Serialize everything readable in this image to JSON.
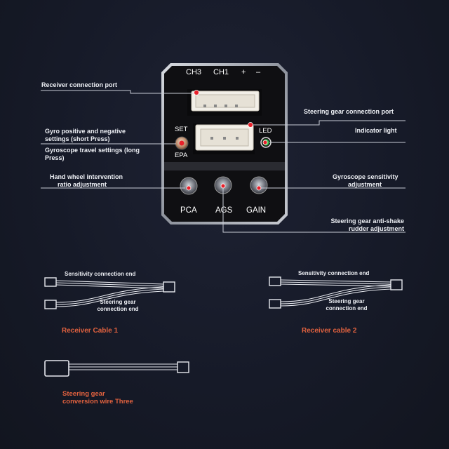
{
  "module": {
    "top_labels": [
      "CH3",
      "CH1",
      "+",
      "–"
    ],
    "set_label": "SET",
    "epa_label": "EPA",
    "led_label": "LED",
    "pot_labels": [
      "PCA",
      "AGS",
      "GAIN"
    ]
  },
  "callouts": {
    "receiver_port": "Receiver connection port",
    "gyro_settings_line1": "Gyro positive and negative",
    "gyro_settings_line2": "settings (short Press)",
    "travel_line1": "Gyroscope travel settings (long",
    "travel_line2": "Press)",
    "handwheel_line1": "Hand wheel intervention",
    "handwheel_line2": "ratio adjustment",
    "steering_port": "Steering gear connection port",
    "indicator": "Indicator light",
    "sensitivity_line1": "Gyroscope sensitivity",
    "sensitivity_line2": "adjustment",
    "antishake_line1": "Steering gear anti-shake",
    "antishake_line2": "rudder adjustment"
  },
  "cables": {
    "cable1": {
      "sens_end": "Sensitivity connection end",
      "steer_line1": "Steering gear",
      "steer_line2": "connection end",
      "title": "Receiver Cable 1"
    },
    "cable2": {
      "sens_end": "Sensitivity connection end",
      "steer_line1": "Steering gear",
      "steer_line2": "connection end",
      "title": "Receiver cable 2"
    },
    "cable3": {
      "title_line1": "Steering gear",
      "title_line2": "conversion wire Three"
    }
  },
  "colors": {
    "accent_red": "#e2623f",
    "led_green": "#34c24a",
    "marker_red": "#e8202a"
  }
}
